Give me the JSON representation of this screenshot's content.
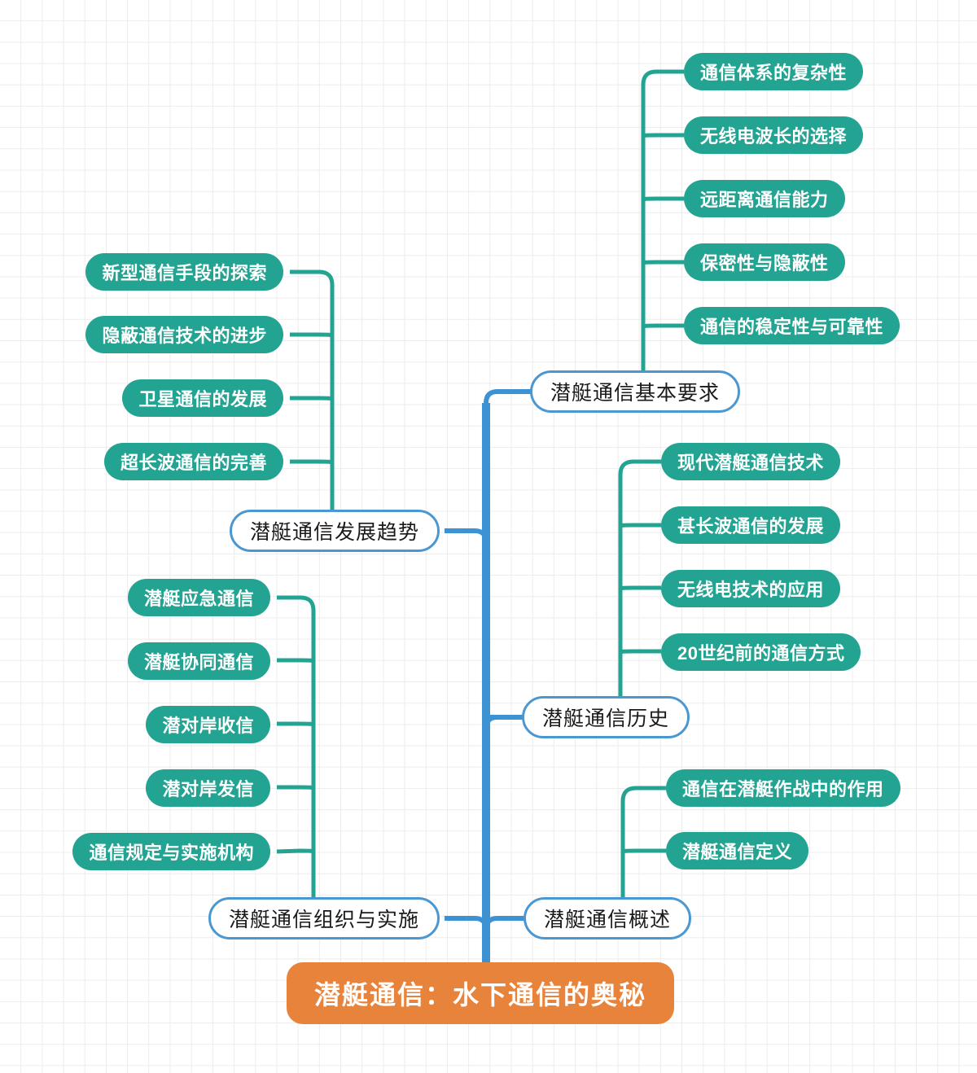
{
  "theme": {
    "background": "#ffffff",
    "grid_line": "#ececec",
    "leaf_fill": "#23a391",
    "leaf_text": "#ffffff",
    "branch_fill": "#ffffff",
    "branch_border": "#4b97d2",
    "branch_text": "#1a1a1a",
    "root_fill": "#e8833b",
    "root_text": "#ffffff",
    "trunk_color": "#3d92d4",
    "leaf_connector_color": "#23a391"
  },
  "root": {
    "label": "潜艇通信：水下通信的奥秘"
  },
  "branches": [
    {
      "id": "basic-requirements",
      "label": "潜艇通信基本要求",
      "side": "right",
      "children": [
        {
          "label": "通信体系的复杂性"
        },
        {
          "label": "无线电波长的选择"
        },
        {
          "label": "远距离通信能力"
        },
        {
          "label": "保密性与隐蔽性"
        },
        {
          "label": "通信的稳定性与可靠性"
        }
      ]
    },
    {
      "id": "history",
      "label": "潜艇通信历史",
      "side": "right",
      "children": [
        {
          "label": "现代潜艇通信技术"
        },
        {
          "label": "甚长波通信的发展"
        },
        {
          "label": "无线电技术的应用"
        },
        {
          "label": "20世纪前的通信方式"
        }
      ]
    },
    {
      "id": "overview",
      "label": "潜艇通信概述",
      "side": "right",
      "children": [
        {
          "label": "通信在潜艇作战中的作用"
        },
        {
          "label": "潜艇通信定义"
        }
      ]
    },
    {
      "id": "trends",
      "label": "潜艇通信发展趋势",
      "side": "left",
      "children": [
        {
          "label": "新型通信手段的探索"
        },
        {
          "label": "隐蔽通信技术的进步"
        },
        {
          "label": "卫星通信的发展"
        },
        {
          "label": "超长波通信的完善"
        }
      ]
    },
    {
      "id": "organization",
      "label": "潜艇通信组织与实施",
      "side": "left",
      "children": [
        {
          "label": "潜艇应急通信"
        },
        {
          "label": "潜艇协同通信"
        },
        {
          "label": "潜对岸收信"
        },
        {
          "label": "潜对岸发信"
        },
        {
          "label": "通信规定与实施机构"
        }
      ]
    }
  ]
}
